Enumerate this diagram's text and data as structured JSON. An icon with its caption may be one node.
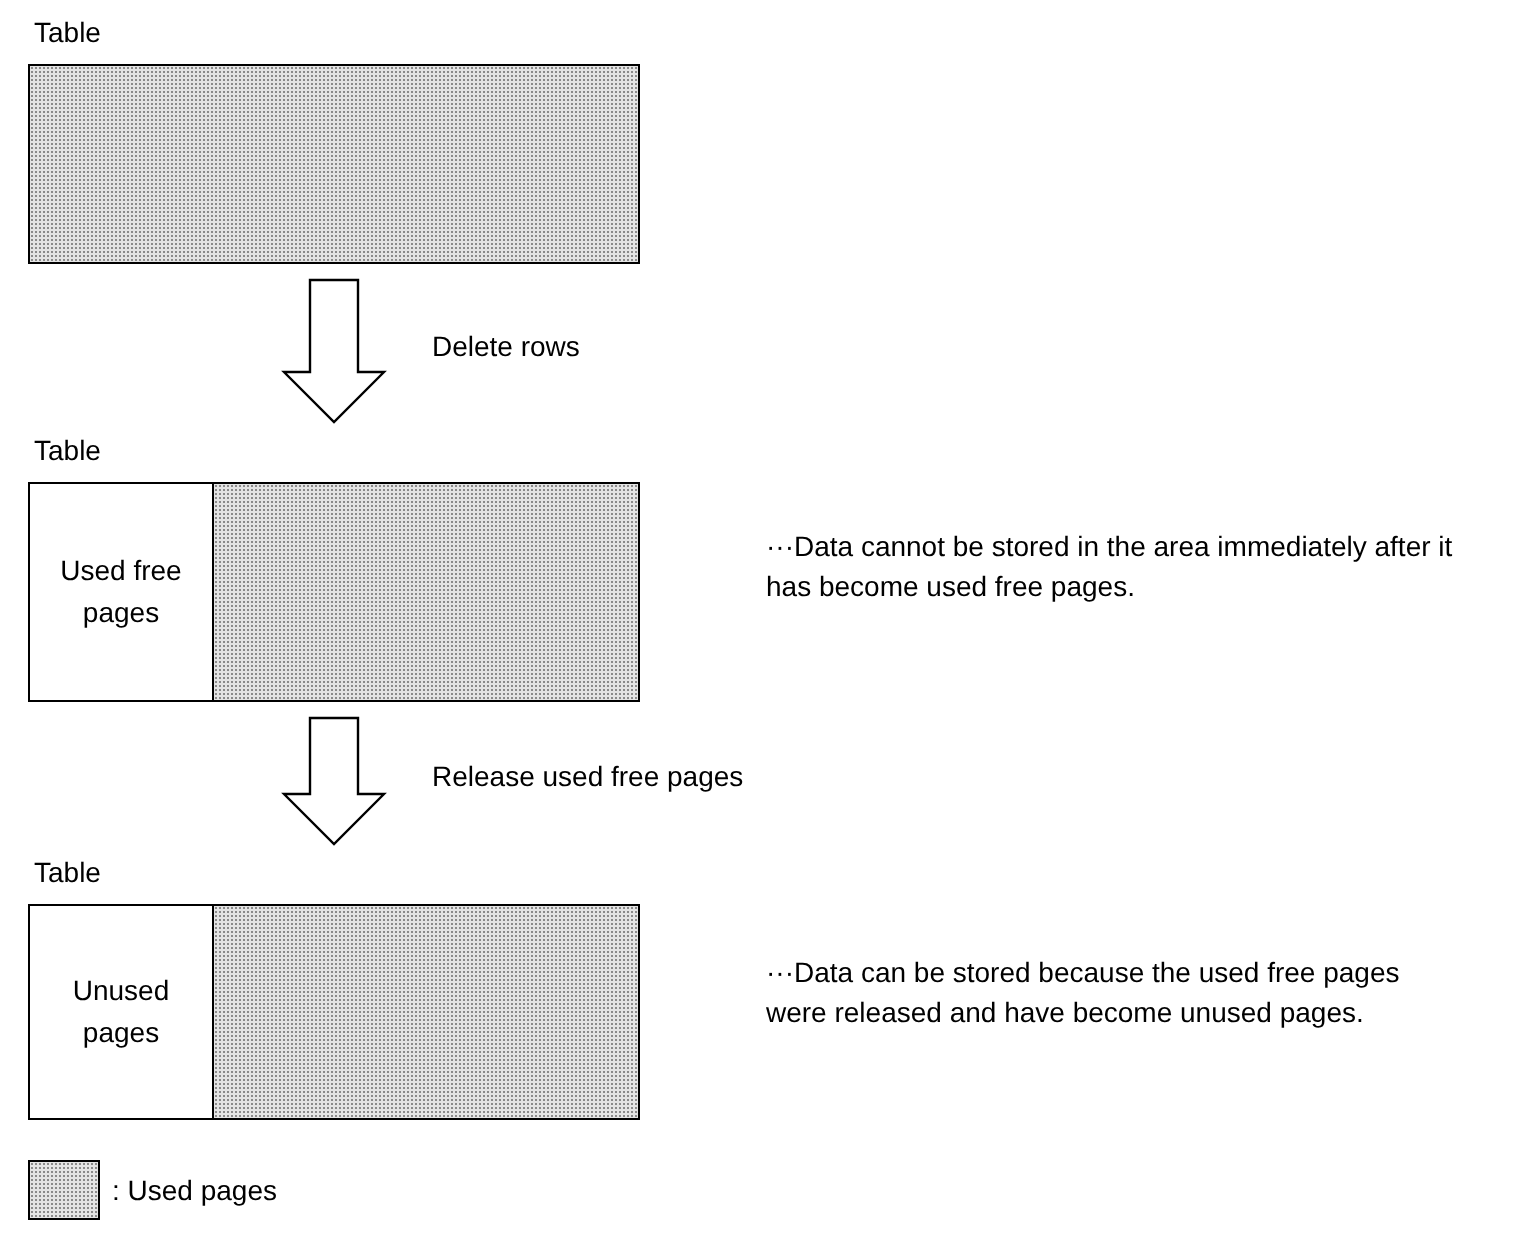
{
  "diagram": {
    "nodes": [
      {
        "text": [
          "Table"
        ]
      },
      {
        "text": [
          "Table"
        ]
      },
      {
        "text": [
          "Used free pages"
        ],
        "in": 1
      },
      {
        "text": [
          "Table"
        ]
      },
      {
        "text": [
          "Unused pages"
        ],
        "in": 3
      }
    ],
    "edges": [
      {
        "from": 0,
        "to": 1,
        "arrow": "to",
        "label": "Delete rows"
      },
      {
        "from": 1,
        "to": 3,
        "arrow": "to",
        "label": "Release used free pages"
      }
    ],
    "labels": [
      "···Data cannot be stored in the area immediately after it has become used free pages.",
      "···Data can be stored because the used free pages were released and have become unused pages."
    ],
    "legend": [
      {
        "text": ": Used pages"
      }
    ]
  }
}
